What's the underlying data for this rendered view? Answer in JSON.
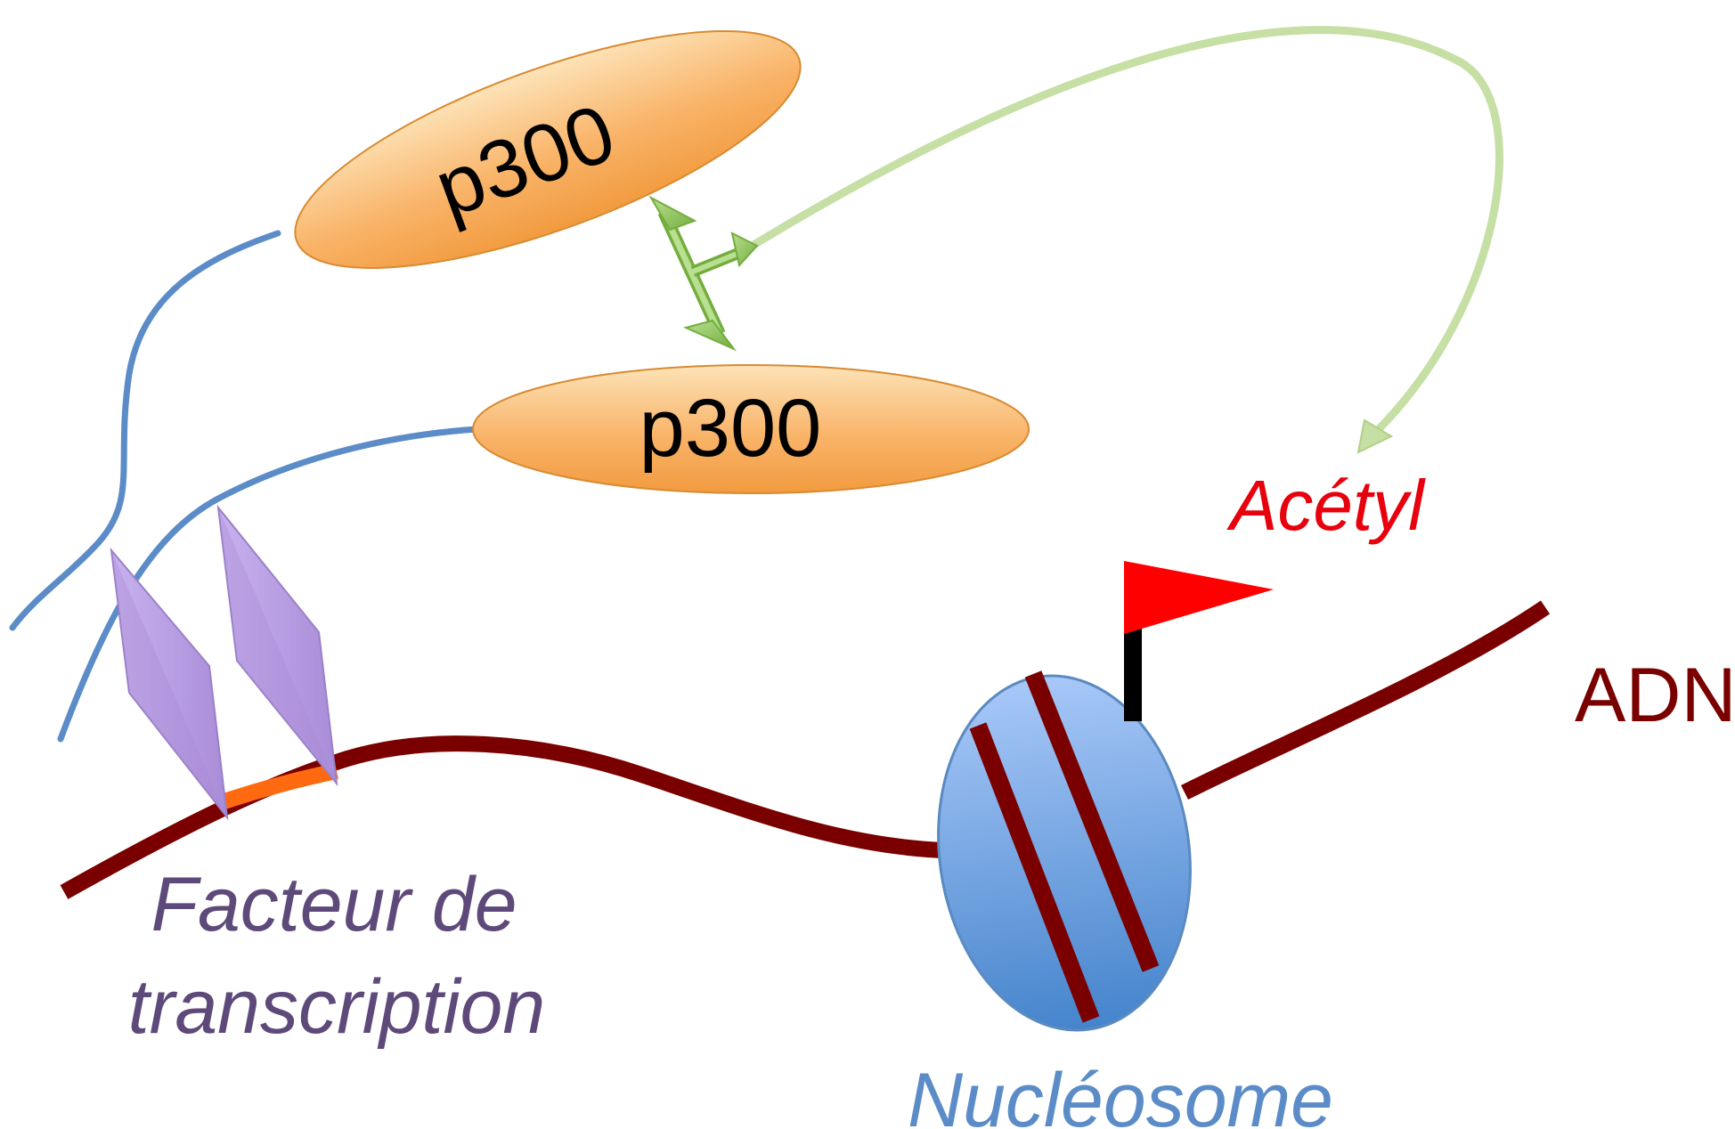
{
  "labels": {
    "p300_top": "p300",
    "p300_bottom": "p300",
    "acetyl": "Acétyl",
    "adn": "ADN",
    "facteur_line1": "Facteur de",
    "facteur_line2": "transcription",
    "nucleosome": "Nucléosome"
  },
  "colors": {
    "dna": "#7a0000",
    "tether": "#5b8cc8",
    "p300_fill_light": "#fde0b0",
    "p300_fill_dark": "#f5a24a",
    "p300_stroke": "#d98a30",
    "tf_fill": "#b9a0e0",
    "tf_stroke": "#9a80c8",
    "binding_site": "#ff6a10",
    "nucleosome_light": "#a8c8f8",
    "nucleosome_dark": "#4a86cc",
    "nucleosome_stroke": "#5a8ac0",
    "arrow_green": "#8ec25a",
    "arrow_light_green": "#c6dfa4",
    "acetyl_flag": "#ff0000",
    "flag_pole": "#000000",
    "acetyl_text": "#e8000d",
    "adn_text": "#7a0000",
    "facteur_text": "#5e4a7a",
    "nucleosome_text": "#5b8cc8"
  },
  "icons": {
    "double_arrow": "double-headed-arrow-icon",
    "flag": "flag-icon"
  }
}
